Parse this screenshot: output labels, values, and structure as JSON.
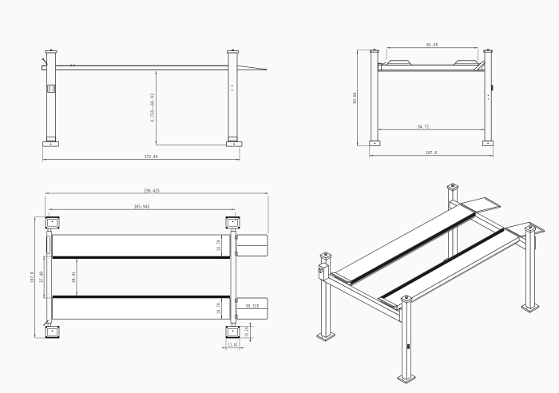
{
  "page": {
    "title": "Four-post lift technical drawing",
    "background": "#fafafa"
  },
  "drawing": {
    "side_view": {
      "lift_height_range": "4.724——66.93",
      "wheelbase_length": "172.44"
    },
    "front_view": {
      "tread_width": "81.50",
      "column_height": "83.66",
      "inside_width": "94.72",
      "overall_width": "107.8"
    },
    "plan_view": {
      "overall_length": "198.425",
      "inside_length": "165.945",
      "overall_width": "107.8",
      "rail_spacing_outer": "37.40",
      "rail_spacing_inner": "34.41",
      "runway_width_top": "18.70",
      "runway_width_bottom": "18.70",
      "ramp_length": "30.315",
      "baseplate_depth": "10.24",
      "baseplate_width": "11.81"
    }
  }
}
